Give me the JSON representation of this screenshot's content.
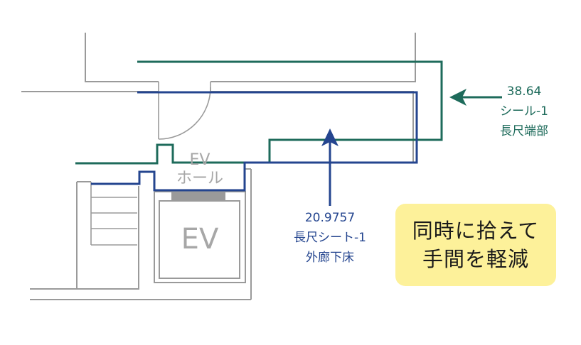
{
  "labels": {
    "ev_hall_top": "EV",
    "ev_hall_bottom": "ホール",
    "ev": "EV"
  },
  "green_annotation": {
    "value": "38.64",
    "line2": "シール-1",
    "line3": "長尺端部",
    "color": "#1e6b5b"
  },
  "blue_annotation": {
    "value": "20.9757",
    "line2": "長尺シート-1",
    "line3": "外廊下床",
    "color": "#24458f"
  },
  "callout": {
    "line1": "同時に拾えて",
    "line2": "手間を軽減",
    "background": "#fdf19a"
  }
}
